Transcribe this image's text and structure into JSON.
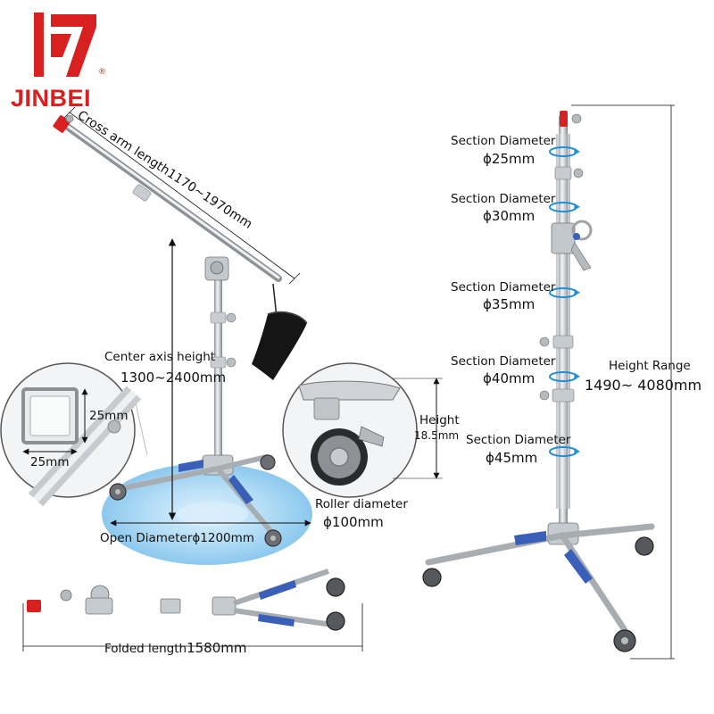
{
  "brand": {
    "name": "JINBEI",
    "mark": "®",
    "color": "#d7201f"
  },
  "dimensions": {
    "cross_arm": "Cross arm length1170~1970mm",
    "center_axis_title": "Center axis height",
    "center_axis_value": "1300~2400mm",
    "tube_height": "25mm",
    "tube_width": "25mm",
    "open_diameter": "Open Diameterϕ1200mm",
    "height_title": "Height",
    "height_value": "18.5mm",
    "roller_title": "Roller diameter",
    "roller_value": "ϕ100mm",
    "folded_title": "Folded length",
    "folded_value": "1580mm",
    "height_range_title": "Height Range",
    "height_range_value": "1490~ 4080mm"
  },
  "sections": [
    {
      "title": "Section Diameter",
      "value": "ϕ25mm"
    },
    {
      "title": "Section Diameter",
      "value": "ϕ30mm"
    },
    {
      "title": "Section Diameter",
      "value": "ϕ35mm"
    },
    {
      "title": "Section Diameter",
      "value": "ϕ40mm"
    },
    {
      "title": "Section Diameter",
      "value": "ϕ45mm"
    }
  ],
  "colors": {
    "accent_red": "#d7201f",
    "rotation_blue": "#1e8fd8",
    "leg_blue": "#3a5fb8",
    "base_glow": "#9fd3f2"
  }
}
